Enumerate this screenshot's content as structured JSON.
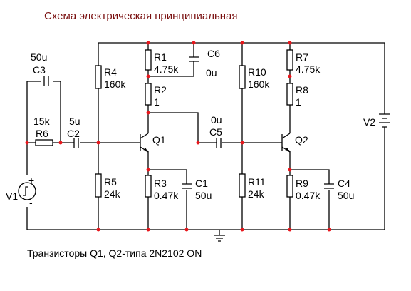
{
  "title": "Схема электрическая принципиальная",
  "note": "Транзисторы Q1, Q2-типа  2N2102 ON",
  "colors": {
    "title": "#7a1010",
    "junction": "#e8161b",
    "wire": "#000000"
  },
  "components": {
    "C3": {
      "name": "C3",
      "value": "50u"
    },
    "R6": {
      "name": "R6",
      "value": "15k"
    },
    "C2": {
      "name": "C2",
      "value": "5u"
    },
    "V1": {
      "name": "V1",
      "plus": "+",
      "minus": "-"
    },
    "R4": {
      "name": "R4",
      "value": "160k"
    },
    "R5": {
      "name": "R5",
      "value": "24k"
    },
    "R1": {
      "name": "R1",
      "value": "4.75k"
    },
    "C6": {
      "name": "C6",
      "value": "0u"
    },
    "R2": {
      "name": "R2",
      "value": "1"
    },
    "Q1": {
      "name": "Q1"
    },
    "R3": {
      "name": "R3",
      "value": "0.47k"
    },
    "C1": {
      "name": "C1",
      "value": "50u"
    },
    "C5": {
      "name": "C5",
      "value": "0u"
    },
    "R10": {
      "name": "R10",
      "value": "160k"
    },
    "R11": {
      "name": "R11",
      "value": "24k"
    },
    "R7": {
      "name": "R7",
      "value": "4.75k"
    },
    "R8": {
      "name": "R8",
      "value": "1"
    },
    "Q2": {
      "name": "Q2"
    },
    "R9": {
      "name": "R9",
      "value": "0.47k"
    },
    "C4": {
      "name": "C4",
      "value": "50u"
    },
    "V2": {
      "name": "V2"
    }
  }
}
